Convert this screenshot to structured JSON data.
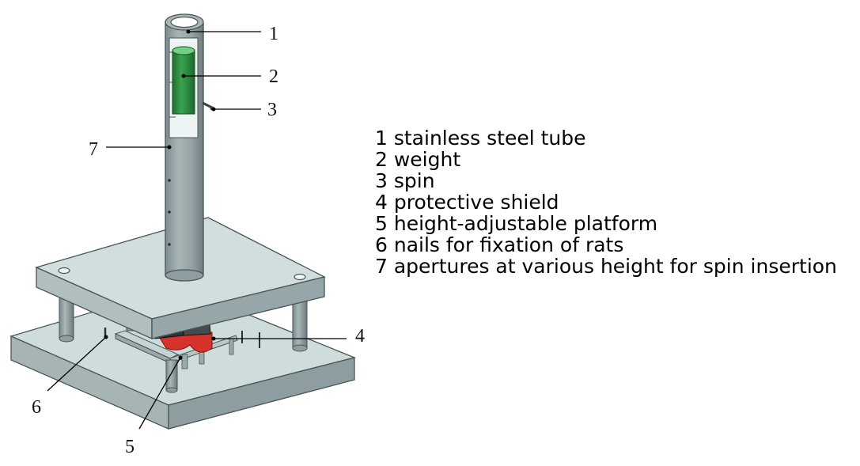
{
  "callouts": [
    {
      "id": "1",
      "label": "1"
    },
    {
      "id": "2",
      "label": "2"
    },
    {
      "id": "3",
      "label": "3"
    },
    {
      "id": "4",
      "label": "4"
    },
    {
      "id": "5",
      "label": "5"
    },
    {
      "id": "6",
      "label": "6"
    },
    {
      "id": "7",
      "label": "7"
    }
  ],
  "legend": [
    "1 stainless steel tube",
    "2 weight",
    "3 spin",
    "4 protective shield",
    "5 height-adjustable platform",
    "6 nails for fixation of rats",
    "7 apertures at various height for spin insertion"
  ],
  "colors": {
    "steel_light": "#cfdcdc",
    "steel_mid": "#a9b8b8",
    "steel_dark": "#7f8e90",
    "tube": "#8e9d9f",
    "weight": "#2f8f43",
    "shield": "#d7322b",
    "outline": "#4a5556"
  }
}
